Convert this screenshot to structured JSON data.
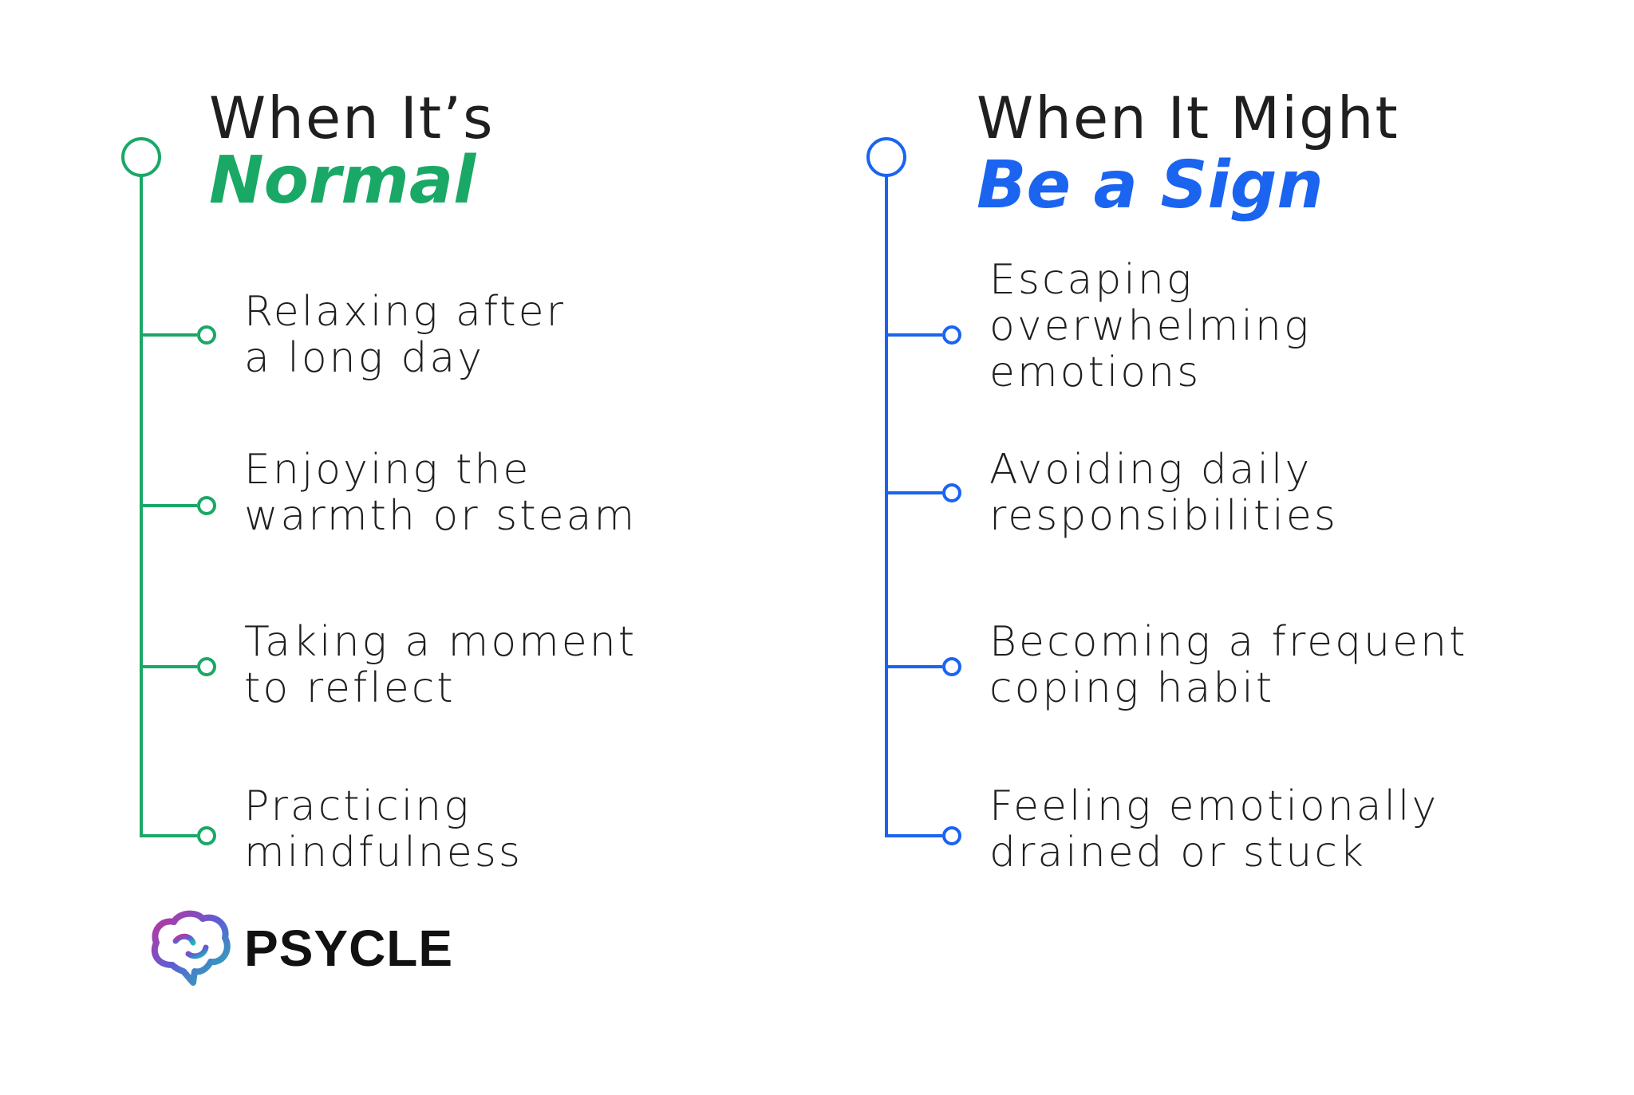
{
  "colors": {
    "normal": "#1aa866",
    "sign": "#1a64f0"
  },
  "normal": {
    "title_line1": "When It’s",
    "title_line2": "Normal",
    "items": [
      "Relaxing after\na long day",
      "Enjoying the\nwarmth or steam",
      "Taking a moment\nto reflect",
      "Practicing\nmindfulness"
    ]
  },
  "sign": {
    "title_line1": "When It Might",
    "title_line2": "Be a Sign",
    "items": [
      "Escaping\noverwhelming\nemotions",
      "Avoiding daily\nresponsibilities",
      "Becoming a frequent\ncoping habit",
      "Feeling emotionally\ndrained or stuck"
    ]
  },
  "logo": {
    "text": "PSYCLE",
    "icon": "brain-icon"
  }
}
